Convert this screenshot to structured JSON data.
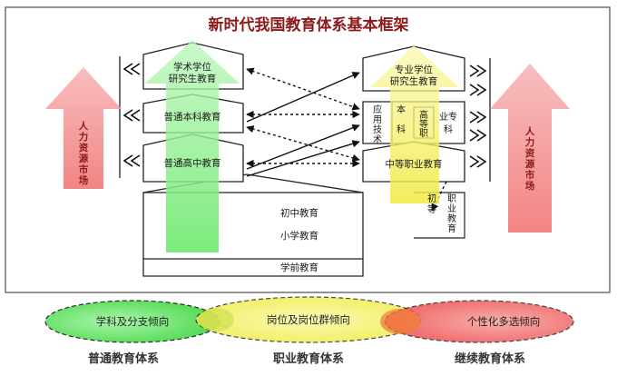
{
  "title": "新时代我国教育体系基本框架",
  "left_column": {
    "xueshu": [
      "学术学位",
      "研究生教育"
    ],
    "benke": "普通本科教育",
    "gaozhong": "普通高中教育",
    "chuzhong": "初中教育",
    "xiaoxue": "小学教育",
    "xueqian": "学前教育"
  },
  "right_column": {
    "zhuanye": [
      "专业学位",
      "研究生教育"
    ],
    "yingyong": [
      "应",
      "用",
      "技",
      "术"
    ],
    "benke_short": [
      "本",
      "科"
    ],
    "gaodeng": [
      "高",
      "等",
      "职"
    ],
    "zhuanke": [
      "业专",
      "科"
    ],
    "zhongdeng": "中等职业教育",
    "chudeng": [
      "初",
      "等"
    ],
    "zhiye": [
      "职",
      "业",
      "教",
      "育"
    ]
  },
  "side_market": {
    "left": [
      "人",
      "力",
      "资",
      "源",
      "市",
      "场"
    ],
    "right": [
      "人",
      "力",
      "资",
      "源",
      "市",
      "场"
    ]
  },
  "ellipses": [
    {
      "label": "学科及分支倾向",
      "color": "#5fe05f"
    },
    {
      "label": "岗位及岗位群倾向",
      "color": "#f2f24a"
    },
    {
      "label": "个性化多选倾向",
      "color": "#f05a5a"
    }
  ],
  "systems": [
    "普通教育体系",
    "职业教育体系",
    "继续教育体系"
  ],
  "colors": {
    "title": "#8b1a1a",
    "box_text": "#1a1a1a",
    "left_arrow": "#7ef07e",
    "right_arrow": "#f7f05a",
    "market_arrow": "#f28a8a",
    "market_text": "#8b1a1a",
    "system_text": "#333333"
  }
}
